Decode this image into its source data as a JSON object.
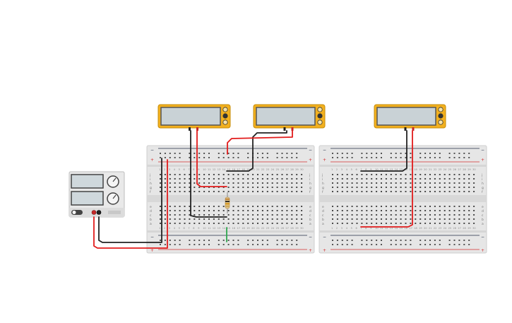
{
  "canvas": {
    "background": "#ffffff"
  },
  "colors": {
    "board": "#e6e6e6",
    "rail_red": "#d32f2f",
    "rail_blue": "#1f2a44",
    "wire_red": "#e21b1b",
    "wire_black": "#222222",
    "wire_green": "#2fa84f",
    "meter_body": "#f2b01e",
    "meter_screen": "#c9d2d6",
    "psu_body": "#e9e9e9"
  },
  "components": {
    "multimeters": [
      {
        "id": "meter-1"
      },
      {
        "id": "meter-2"
      },
      {
        "id": "meter-3"
      }
    ],
    "power_supply": {
      "id": "power-supply"
    },
    "resistor": {
      "id": "resistor",
      "bands": [
        "#b9772b",
        "#111111",
        "#d08a00",
        "#c9a24b"
      ]
    },
    "breadboards": [
      {
        "id": "breadboard-1",
        "columns": 30
      },
      {
        "id": "breadboard-2",
        "columns": 30
      }
    ]
  },
  "breadboard_labels": {
    "rows_top": [
      "j",
      "i",
      "h",
      "g",
      "f"
    ],
    "rows_bottom": [
      "e",
      "d",
      "c",
      "b",
      "a"
    ],
    "plus": "+",
    "minus": "−"
  }
}
